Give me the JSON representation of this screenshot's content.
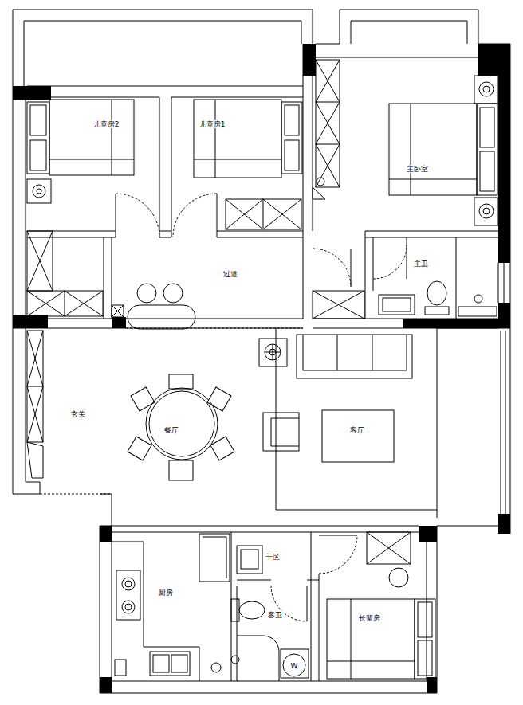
{
  "diagram": {
    "labels": [
      "儿童房2",
      "儿童房1",
      "主卧室",
      "过道",
      "主卫",
      "玄关",
      "餐厅",
      "客厅",
      "厨房",
      "干区",
      "客卫",
      "长辈房",
      "W"
    ]
  }
}
